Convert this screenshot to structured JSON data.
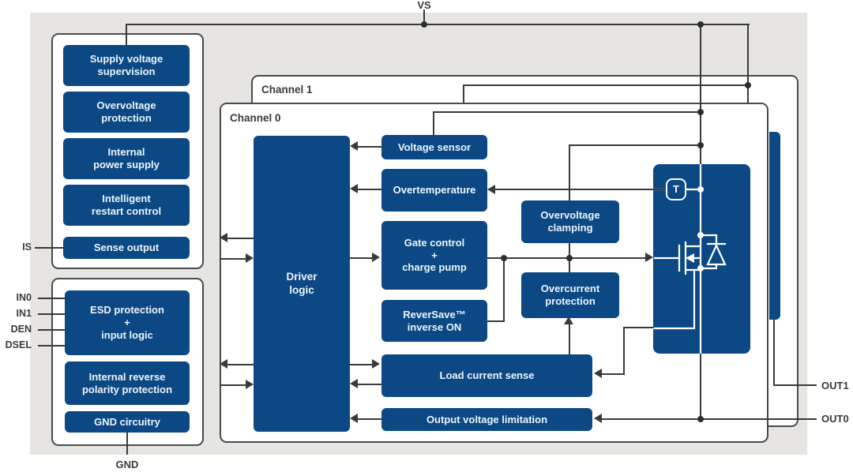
{
  "colors": {
    "block_blue": "#0b4884",
    "panel_gray": "#e7e5e2",
    "wire": "#3a3a3a",
    "box_border": "#4a4a4a"
  },
  "ports": {
    "vs": "VS",
    "gnd": "GND",
    "is": "IS",
    "in0": "IN0",
    "in1": "IN1",
    "den": "DEN",
    "dsel": "DSEL",
    "out1": "OUT1",
    "out0": "OUT0"
  },
  "channels": {
    "ch0": "Channel 0",
    "ch1": "Channel 1"
  },
  "supply_box": {
    "blocks": [
      "Supply voltage\nsupervision",
      "Overvoltage\nprotection",
      "Internal\npower supply",
      "Intelligent\nrestart control",
      "Sense output"
    ]
  },
  "input_box": {
    "blocks": [
      "ESD protection\n+\ninput logic",
      "Internal reverse\npolarity protection",
      "GND circuitry"
    ]
  },
  "driver": {
    "label": "Driver\nlogic"
  },
  "function_blocks": {
    "voltage_sensor": "Voltage sensor",
    "overtemperature": "Overtemperature",
    "gate_control": "Gate control\n+\ncharge pump",
    "reversave": "ReverSave™\ninverse ON",
    "load_current_sense": "Load current sense",
    "output_voltage_limitation": "Output voltage limitation",
    "overvoltage_clamping": "Overvoltage\nclamping",
    "overcurrent_protection": "Overcurrent\nprotection"
  },
  "power_stage": {
    "temp_sensor": "T"
  }
}
